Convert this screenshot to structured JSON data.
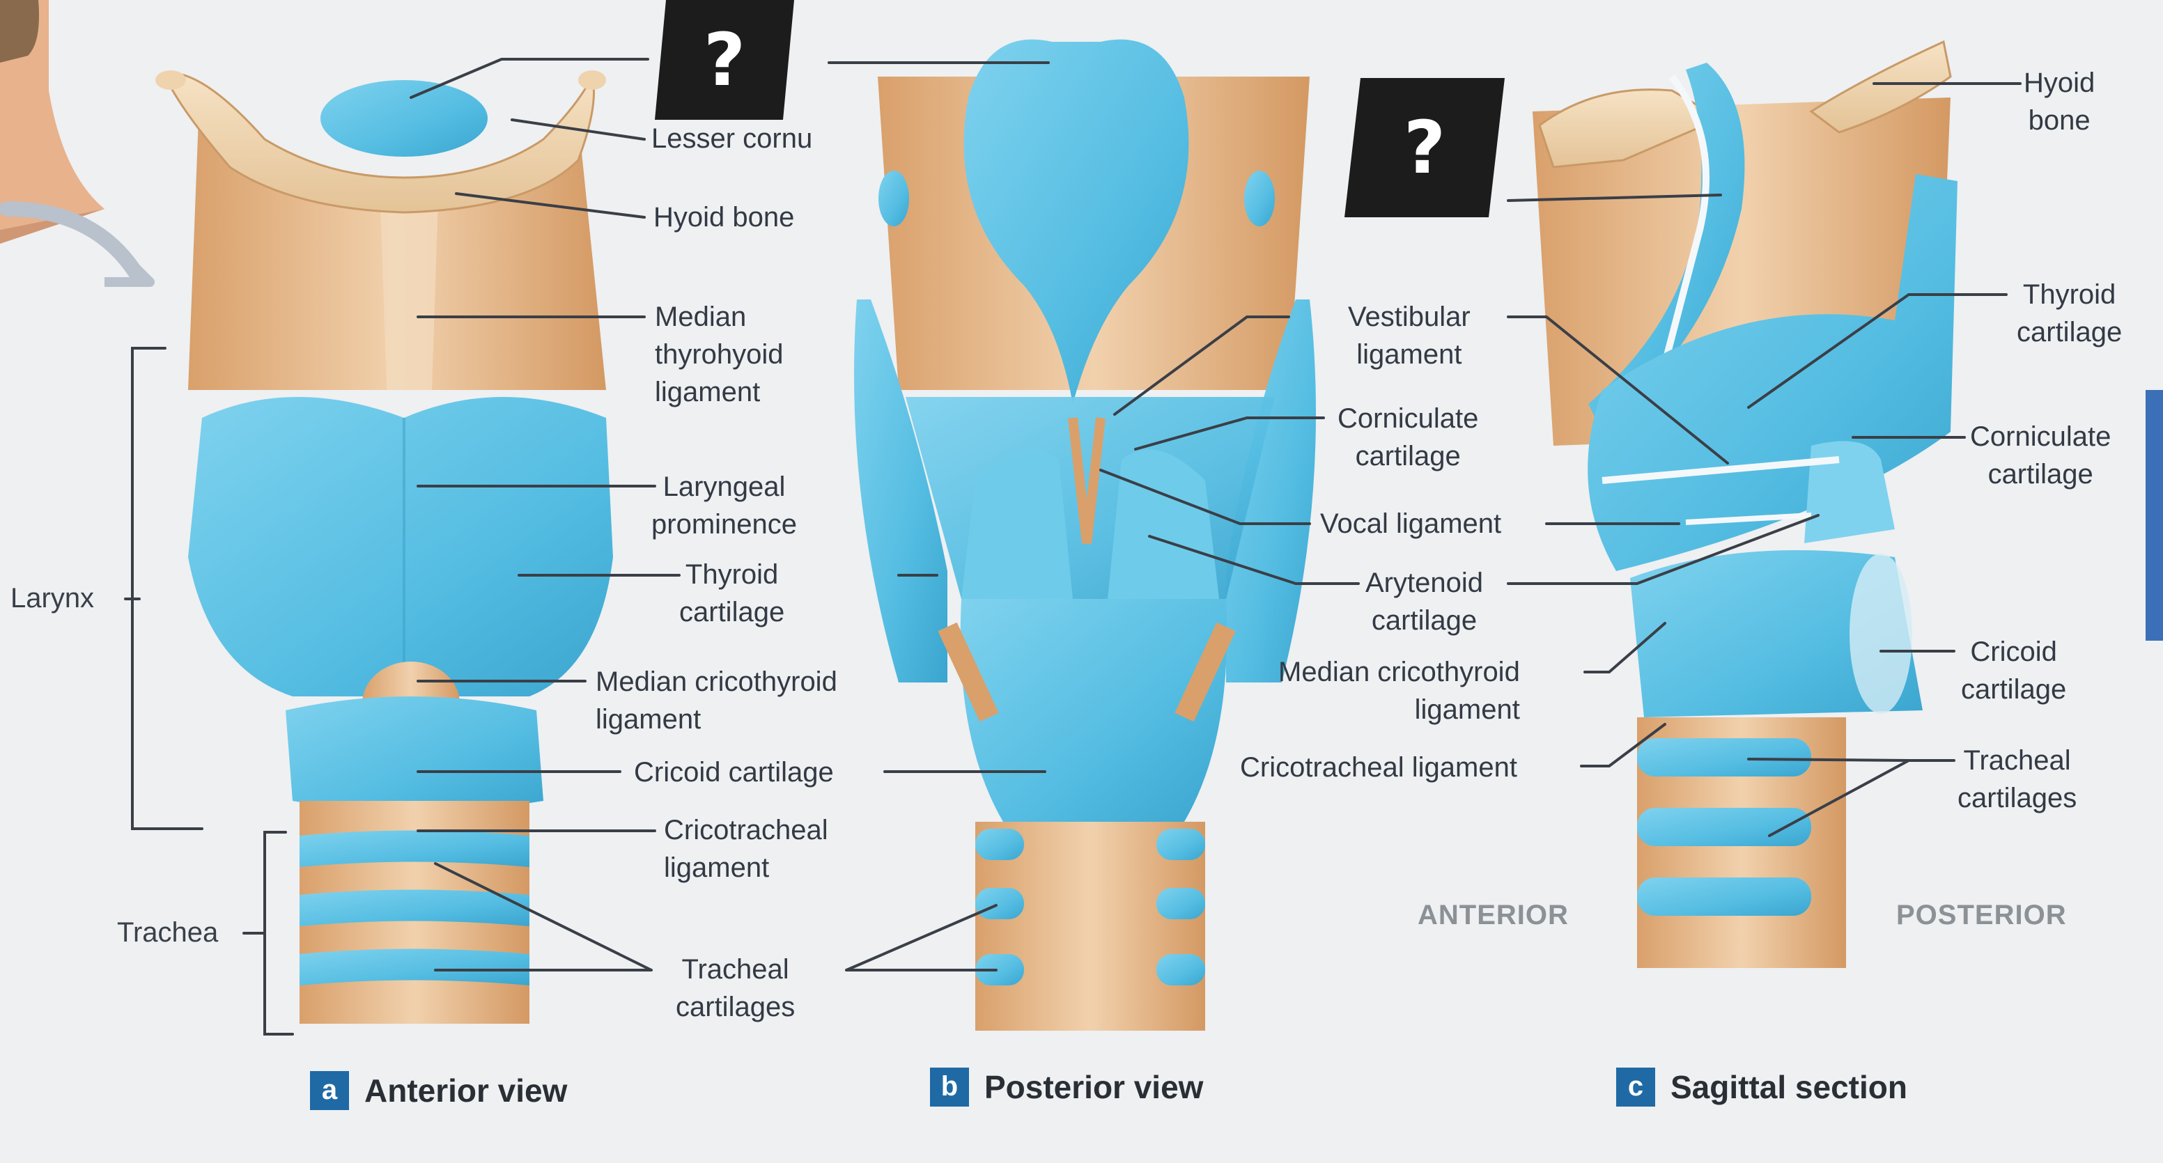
{
  "panels": {
    "anterior": {
      "letter": "a",
      "title": "Anterior view",
      "labels": {
        "lesser_cornu": "Lesser cornu",
        "hyoid_bone": "Hyoid bone",
        "median_thyrohyoid_1": "Median",
        "median_thyrohyoid_2": "thyrohyoid",
        "median_thyrohyoid_3": "ligament",
        "laryngeal_prominence_1": "Laryngeal",
        "laryngeal_prominence_2": "prominence",
        "thyroid_cartilage_1": "Thyroid",
        "thyroid_cartilage_2": "cartilage",
        "median_cricothyroid_1": "Median cricothyroid",
        "median_cricothyroid_2": "ligament",
        "cricoid_cartilage": "Cricoid cartilage",
        "cricotracheal_1": "Cricotracheal",
        "cricotracheal_2": "ligament",
        "tracheal_cartilages_1": "Tracheal",
        "tracheal_cartilages_2": "cartilages",
        "larynx": "Larynx",
        "trachea": "Trachea"
      }
    },
    "posterior": {
      "letter": "b",
      "title": "Posterior view",
      "labels": {
        "vestibular_1": "Vestibular",
        "vestibular_2": "ligament",
        "corniculate_1": "Corniculate",
        "corniculate_2": "cartilage",
        "vocal_ligament": "Vocal ligament",
        "arytenoid_1": "Arytenoid",
        "arytenoid_2": "cartilage",
        "median_cricothyroid_1": "Median cricothyroid",
        "median_cricothyroid_2": "ligament",
        "cricotracheal": "Cricotracheal ligament"
      }
    },
    "sagittal": {
      "letter": "c",
      "title": "Sagittal section",
      "labels": {
        "hyoid_1": "Hyoid",
        "hyoid_2": "bone",
        "thyroid_1": "Thyroid",
        "thyroid_2": "cartilage",
        "corniculate_1": "Corniculate",
        "corniculate_2": "cartilage",
        "cricoid_1": "Cricoid",
        "cricoid_2": "cartilage",
        "tracheal_1": "Tracheal",
        "tracheal_2": "cartilages"
      },
      "anterior": "ANTERIOR",
      "posterior": "POSTERIOR"
    }
  },
  "question_marks": [
    "?",
    "?"
  ],
  "colors": {
    "cartilage": "#5fc3e4",
    "cartilage_dark": "#3aa7d0",
    "ligament": "#e7b98a",
    "ligament_dark": "#c98d58",
    "leader_line": "#3a3f47",
    "accent": "#1f6aa5"
  }
}
